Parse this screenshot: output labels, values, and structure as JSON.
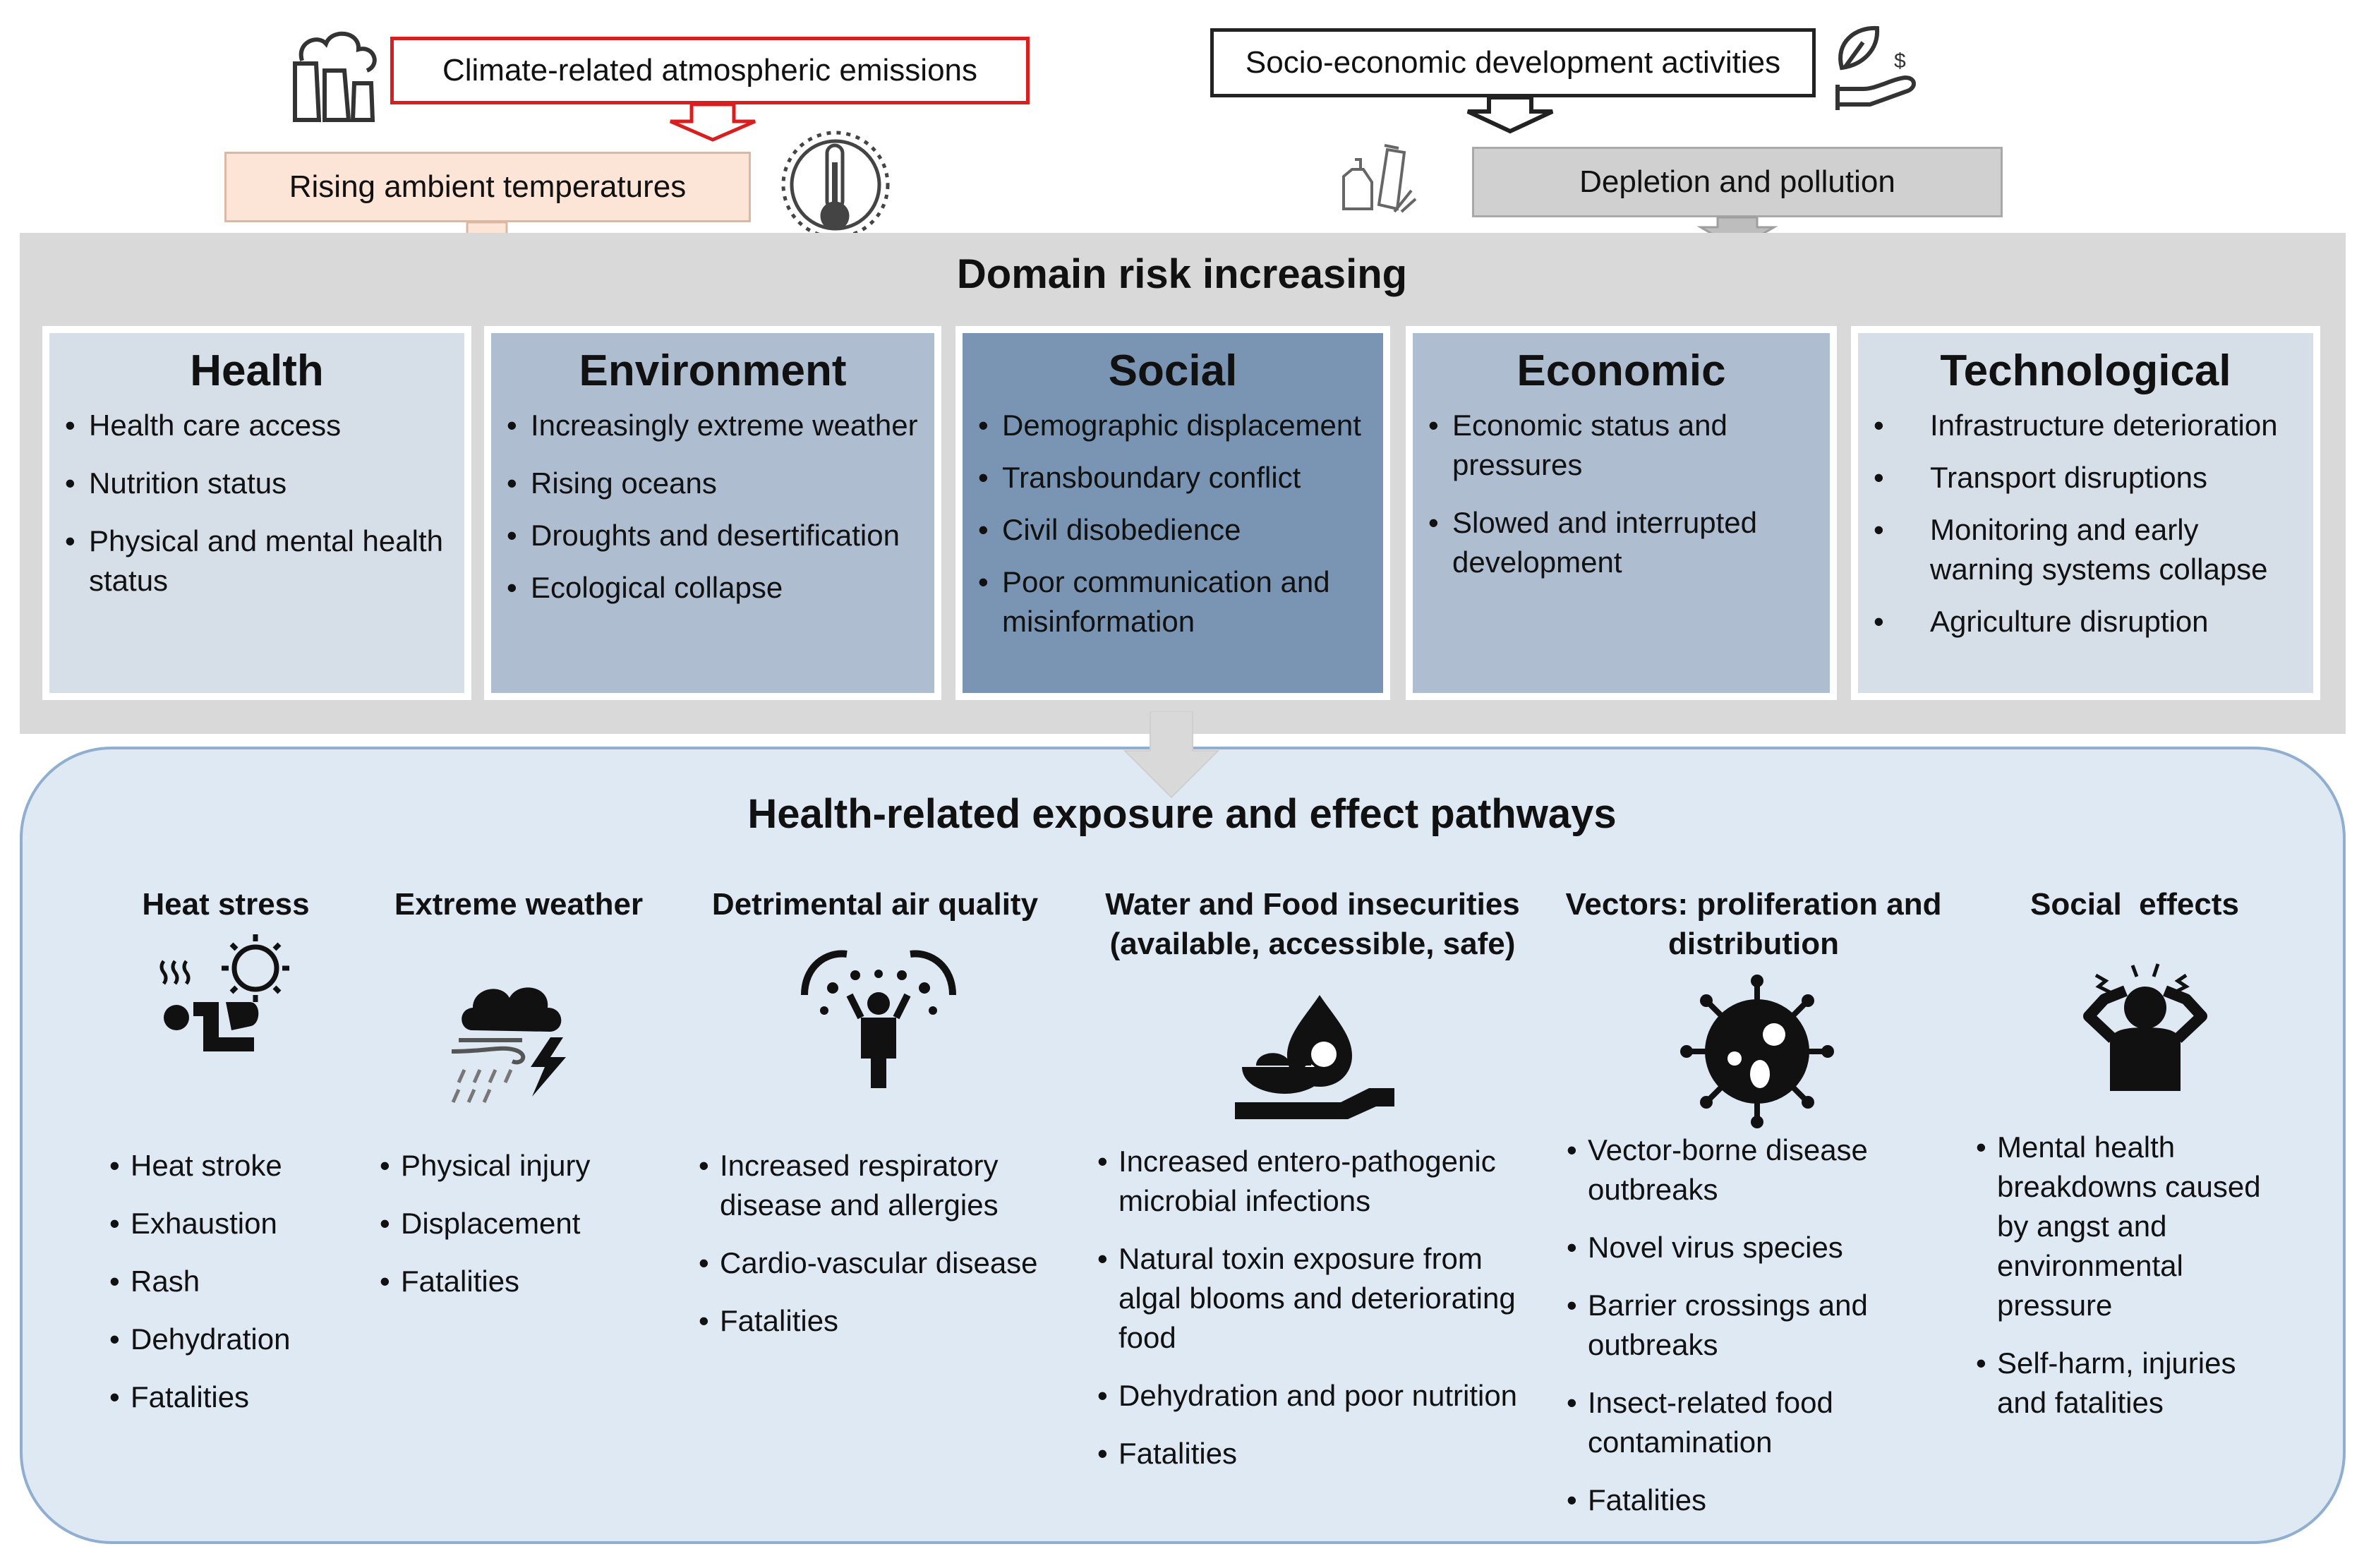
{
  "triggers": {
    "climate": "Climate-related atmospheric emissions",
    "socio": "Socio-economic development activities",
    "rising": "Rising ambient temperatures",
    "depletion": "Depletion and pollution"
  },
  "domain": {
    "title": "Domain risk increasing",
    "cards": [
      {
        "title": "Health",
        "items": [
          "Health care access",
          "Nutrition status",
          "Physical and mental health status"
        ]
      },
      {
        "title": "Environment",
        "items": [
          "Increasingly extreme weather",
          "Rising oceans",
          "Droughts and desertification",
          "Ecological collapse"
        ]
      },
      {
        "title": "Social",
        "items": [
          "Demographic displacement",
          "Transboundary conflict",
          "Civil disobedience",
          "Poor communication and misinformation"
        ]
      },
      {
        "title": "Economic",
        "items": [
          "Economic status and pressures",
          "Slowed and interrupted development"
        ]
      },
      {
        "title": "Technological",
        "items": [
          "Infrastructure deterioration",
          "Transport disruptions",
          "Monitoring and early warning systems collapse",
          "Agriculture disruption"
        ]
      }
    ]
  },
  "pathways": {
    "title": "Health-related exposure and effect pathways",
    "columns": [
      {
        "title": "Heat stress",
        "icon": "heat-stress-icon",
        "items": [
          "Heat stroke",
          "Exhaustion",
          "Rash",
          "Dehydration",
          "Fatalities"
        ]
      },
      {
        "title": "Extreme weather",
        "icon": "storm-icon",
        "items": [
          "Physical injury",
          "Displacement",
          "Fatalities"
        ]
      },
      {
        "title": "Detrimental air quality",
        "icon": "air-pollution-icon",
        "items": [
          "Increased respiratory disease and allergies",
          "Cardio-vascular disease",
          "Fatalities"
        ]
      },
      {
        "title": "Water and Food insecurities (available, accessible, safe)",
        "icon": "water-food-icon",
        "items": [
          "Increased entero-pathogenic microbial infections",
          "Natural toxin exposure from algal blooms and deteriorating food",
          "Dehydration and poor nutrition",
          "Fatalities"
        ]
      },
      {
        "title": "Vectors: proliferation and distribution",
        "icon": "virus-icon",
        "items": [
          "Vector-borne disease outbreaks",
          "Novel virus species",
          "Barrier crossings and outbreaks",
          "Insect-related food contamination",
          "Fatalities"
        ]
      },
      {
        "title": "Social  effects",
        "icon": "distressed-person-icon",
        "items": [
          "Mental health breakdowns caused by angst and environmental pressure",
          "Self-harm, injuries and fatalities"
        ]
      }
    ]
  }
}
